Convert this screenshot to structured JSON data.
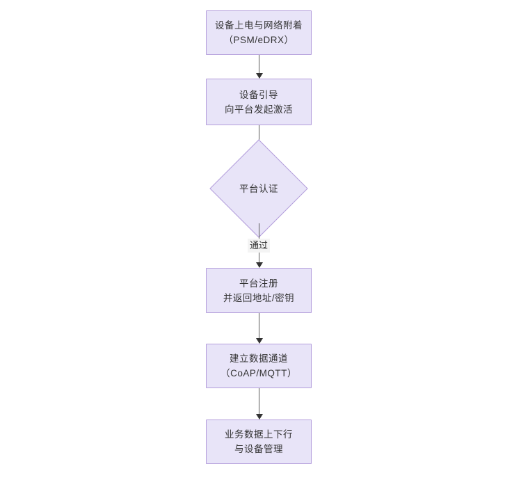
{
  "diagram": {
    "type": "flowchart",
    "orientation": "top-to-bottom",
    "background_color": "#ffffff",
    "node_fill_color": "#e8e4f8",
    "node_border_color": "#b39ddb",
    "text_color": "#333333",
    "connector_color": "#555555",
    "nodes": [
      {
        "id": "n1",
        "shape": "rectangle",
        "lines": [
          "设备上电与网络附着",
          "（PSM/eDRX）"
        ]
      },
      {
        "id": "n2",
        "shape": "rectangle",
        "lines": [
          "设备引导",
          "向平台发起激活"
        ]
      },
      {
        "id": "n3",
        "shape": "diamond",
        "lines": [
          "平台认证"
        ]
      },
      {
        "id": "n4",
        "shape": "rectangle",
        "lines": [
          "平台注册",
          "并返回地址/密钥"
        ]
      },
      {
        "id": "n5",
        "shape": "rectangle",
        "lines": [
          "建立数据通道",
          "（CoAP/MQTT）"
        ]
      },
      {
        "id": "n6",
        "shape": "rectangle",
        "lines": [
          "业务数据上下行",
          "与设备管理"
        ]
      }
    ],
    "edges": [
      {
        "from": "n1",
        "to": "n2",
        "label": ""
      },
      {
        "from": "n2",
        "to": "n3",
        "label": ""
      },
      {
        "from": "n3",
        "to": "n4",
        "label": "通过"
      },
      {
        "from": "n4",
        "to": "n5",
        "label": ""
      },
      {
        "from": "n5",
        "to": "n6",
        "label": ""
      }
    ]
  }
}
